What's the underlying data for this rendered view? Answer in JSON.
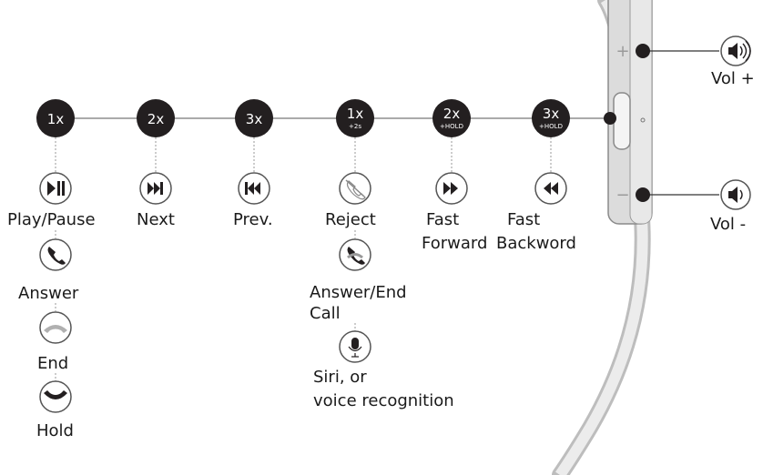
{
  "steps": [
    {
      "press": "1x",
      "sub": ""
    },
    {
      "press": "2x",
      "sub": ""
    },
    {
      "press": "3x",
      "sub": ""
    },
    {
      "press": "1x",
      "sub": "+2s"
    },
    {
      "press": "2x",
      "sub": "+HOLD"
    },
    {
      "press": "3x",
      "sub": "+HOLD"
    }
  ],
  "functions": {
    "play_pause": "Play/Pause",
    "answer": "Answer",
    "end": "End",
    "hold": "Hold",
    "next": "Next",
    "prev": "Prev.",
    "reject": "Reject",
    "answer_end_call_1": "Answer/End",
    "answer_end_call_2": "Call",
    "siri_1": "Siri, or",
    "siri_2": "voice recognition",
    "fast_forward_1": "Fast",
    "fast_forward_2": "Forward",
    "fast_backward_1": "Fast",
    "fast_backward_2": "Backword"
  },
  "remote": {
    "plus_sign": "+",
    "minus_sign": "−",
    "vol_up": "Vol +",
    "vol_down": "Vol -"
  },
  "icons": {
    "play_pause": "play-pause-icon",
    "next": "next-track-icon",
    "prev": "previous-track-icon",
    "fast_forward": "fast-forward-icon",
    "fast_backward": "rewind-icon",
    "answer": "phone-icon",
    "end": "hang-up-icon",
    "hold": "hold-call-icon",
    "reject": "reject-call-icon",
    "answer_end_call": "answer-end-call-icon",
    "siri": "microphone-icon",
    "vol_up": "speaker-loud-icon",
    "vol_down": "speaker-low-icon"
  },
  "colors": {
    "step_fill": "#231f20",
    "line": "#777777",
    "remote_body": "#dcdcdc",
    "remote_stroke": "#8a8a8a"
  }
}
